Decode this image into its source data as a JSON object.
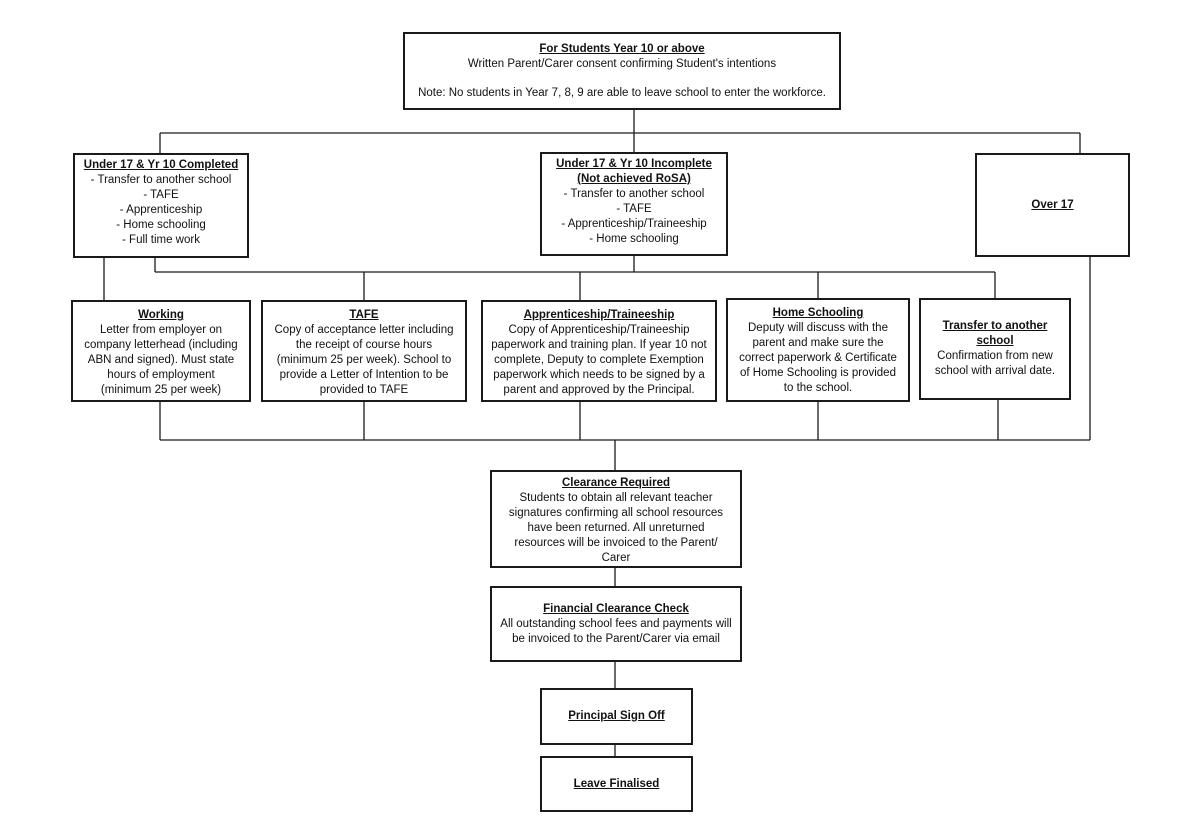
{
  "top": {
    "title": "For Students Year 10 or above",
    "line1": "Written Parent/Carer consent confirming Student's intentions",
    "line2": "Note: No students in Year 7, 8, 9 are able to leave school to enter the workforce."
  },
  "branches": [
    {
      "title": "Under 17 & Yr 10 Completed",
      "lines": [
        "- Transfer to another school",
        "- TAFE",
        "- Apprenticeship",
        "- Home schooling",
        "- Full time work"
      ]
    },
    {
      "title": "Under 17 & Yr 10 Incomplete",
      "title2": "(Not achieved RoSA)",
      "lines": [
        "- Transfer to another school",
        "- TAFE",
        "- Apprenticeship/Traineeship",
        "- Home schooling"
      ]
    },
    {
      "title": "Over 17"
    }
  ],
  "options": [
    {
      "title": "Working",
      "lines": [
        "Letter from employer on",
        "company letterhead (including",
        "ABN and signed). Must state",
        "hours of employment",
        "(minimum 25 per week)"
      ]
    },
    {
      "title": "TAFE",
      "lines": [
        "Copy of acceptance letter including",
        "the receipt of course hours",
        "(minimum 25 per week). School to",
        "provide a Letter of Intention to be",
        "provided to TAFE"
      ]
    },
    {
      "title": "Apprenticeship/Traineeship",
      "lines": [
        "Copy of Apprenticeship/Traineeship",
        "paperwork and training plan. If year 10 not",
        "complete, Deputy to complete Exemption",
        "paperwork which needs to be signed by a",
        "parent and approved by the Principal."
      ]
    },
    {
      "title": "Home Schooling",
      "lines": [
        "Deputy will discuss with the",
        "parent and make sure the",
        "correct paperwork & Certificate",
        "of Home Schooling is provided",
        "to the school."
      ]
    },
    {
      "title": "Transfer to another",
      "title2": "school",
      "lines": [
        "Confirmation from new",
        "school with arrival date."
      ]
    }
  ],
  "clearance": {
    "title": "Clearance Required",
    "lines": [
      "Students to obtain all relevant teacher",
      "signatures confirming all school resources",
      "have been returned. All unreturned",
      "resources will be invoiced to the Parent/",
      "Carer"
    ]
  },
  "financial": {
    "title": "Financial Clearance Check",
    "lines": [
      "All outstanding school fees and payments will",
      "be invoiced to the Parent/Carer via email"
    ]
  },
  "principal": {
    "title": "Principal Sign Off"
  },
  "finalised": {
    "title": "Leave Finalised"
  }
}
